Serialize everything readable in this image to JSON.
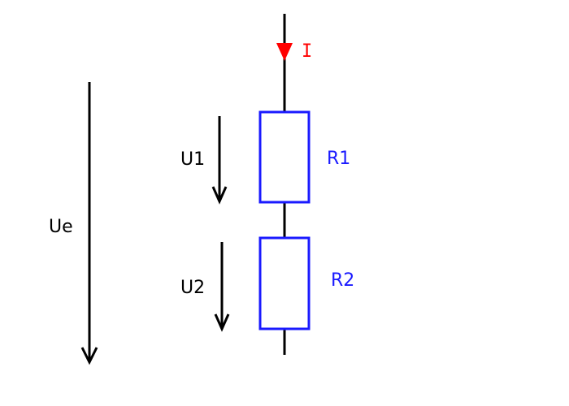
{
  "diagram": {
    "title": "",
    "colors": {
      "wire": "#000000",
      "resistor": "#1a1aff",
      "current": "#ff0000",
      "text": "#000000"
    },
    "current": {
      "label": "I",
      "icon": "current-arrow-icon"
    },
    "resistors": [
      {
        "label": "R1"
      },
      {
        "label": "R2"
      }
    ],
    "voltages": {
      "u1": {
        "label": "U1",
        "icon": "arrow-down-icon"
      },
      "u2": {
        "label": "U2",
        "icon": "arrow-down-icon"
      },
      "ue": {
        "label": "Ue",
        "icon": "arrow-down-icon"
      }
    }
  }
}
